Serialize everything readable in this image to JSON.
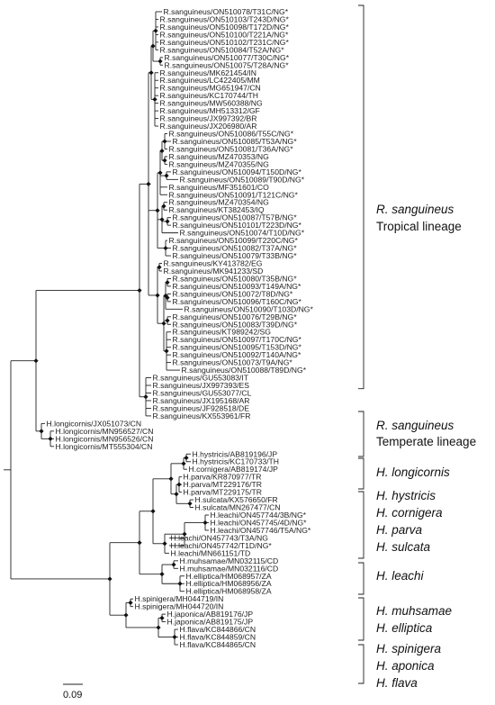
{
  "tree": {
    "tips": [
      "R.sanguineus/ON510078/T31C/NG*",
      "R.sanguineus/ON510103/T243D/NG*",
      "R.sanguineus/ON510098/T172D/NG*",
      "R.sanguineus/ON510100/T221A/NG*",
      "R.sanguineus/ON510102/T231C/NG*",
      "R.sanguineus/ON510084/T52A/NG*",
      "R.sanguineus/ON510077/T30C/NG*",
      "R.sanguineus/ON510075/T28A/NG*",
      "R.sanguineus/MK621454/IN",
      "R.sanguineus/LC422405/MM",
      "R.sanguineus/MG651947/CN",
      "R.sanguineus/KC170744/TH",
      "R.sanguineus/MW560388/NG",
      "R.sanguineus/MH513312/GF",
      "R.sanguineus/JX997392/BR",
      "R.sanguineus/JX206980/AR",
      "R.sanguineus/ON510086/T55C/NG*",
      "R.sanguineus/ON510085/T53A/NG*",
      "R.sanguineus/ON510081/T36A/NG*",
      "R.sanguineus/MZ470353/NG",
      "R.sanguineus/MZ470355/NG",
      "R.sanguineus/ON510094/T150D/NG*",
      "R.sanguineus/ON510089/T90D/NG*",
      "R.sanguineus/MF351601/CO",
      "R.sanguineus/ON510091/T121C/NG*",
      "R.sanguineus/MZ470354/NG",
      "R.sanguineus/KT382453/IQ",
      "R.sanguineus/ON510087/T57B/NG*",
      "R.sanguineus/ON510101/T223D/NG*",
      "R.sanguineus/ON510074/T10D/NG*",
      "R.sanguineus/ON510099/T220C/NG*",
      "R.sanguineus/ON510082/T37A/NG*",
      "R.sanguineus/ON510079/T33B/NG*",
      "R.sanguineus/KY413782/EG",
      "R.sanguineus/MK941233/SD",
      "R.sanguineus/ON510080/T35B/NG*",
      "R.sanguineus/ON510093/T149A/NG*",
      "R.sanguineus/ON510072/T8D/NG*",
      "R.sanguineus/ON510096/T160C/NG*",
      "R.sanguineus/ON510090/T103D/NG*",
      "R.sanguineus/ON510076/T29B/NG*",
      "R.sanguineus/ON510083/T39D/NG*",
      "R.sanguineus/KT989242/SG",
      "R.sanguineus/ON510097/T170C/NG*",
      "R.sanguineus/ON510095/T153D/NG*",
      "R.sanguineus/ON510092/T140A/NG*",
      "R.sanguineus/ON510073/T9A/NG*",
      "R.sanguineus/ON510088/T89D/NG*",
      "R.sanguineus/GU553083/IT",
      "R.sanguineus/JX997393/ES",
      "R.sanguineus/GU553077/CL",
      "R.sanguineus/JX195168/AR",
      "R.sanguineus/JF928518/DE",
      "R.sanguineus/KX553961/FR",
      "H.longicornis/JX051073/CN",
      "H.longicornis/MN956527/CN",
      "H.longicornis/MN956526/CN",
      "H.longicornis/MT555304/CN",
      "H.hystricis/AB819196/JP",
      "H.hystricis/KC170733/TH",
      "H.cornigera/AB819174/JP",
      "H.parva/KR870977/TR",
      "H.parva/MT229176/TR",
      "H.parva/MT229175/TR",
      "H.sulcata/KX576650/FR",
      "H.sulcata/MN267477/CN",
      "H.leachi/ON457744/3B/NG*",
      "H.leachi/ON457745/4D/NG*",
      "H.leachi/ON457746/T5A/NG*",
      "H.leachi/ON457743/T3A/NG",
      "H.leachi/ON457742/T1D/NG*",
      "H.leachi/MN661151/TD",
      "H.muhsamae/MN032115/CD",
      "H.muhsamae/MN032116/CD",
      "H.elliptica/HM068957/ZA",
      "H.elliptica/HM068956/ZA",
      "H.elliptica/HM068958/ZA",
      "H.spinigera/MH044719/IN",
      "H.spinigera/MH044720/IN",
      "H.japonica/AB819176/JP",
      "H.japonica/AB819175/JP",
      "H.flava/KC844866/CN",
      "H.flava/KC844859/CN",
      "H.flava/KC844865/CN"
    ],
    "groups": [
      {
        "lines": [
          {
            "text": "R. sanguineus",
            "italic": true
          },
          {
            "text": "Tropical lineage",
            "italic": false
          }
        ]
      },
      {
        "lines": [
          {
            "text": "R. sanguineus",
            "italic": true
          },
          {
            "text": "Temperate lineage",
            "italic": false
          }
        ]
      },
      {
        "lines": [
          {
            "text": "H. longicornis",
            "italic": true
          }
        ]
      },
      {
        "lines": [
          {
            "text": "H. hystricis",
            "italic": true
          },
          {
            "text": "H. cornigera",
            "italic": true
          },
          {
            "text": "H. parva",
            "italic": true
          },
          {
            "text": "H. sulcata",
            "italic": true
          }
        ]
      },
      {
        "lines": [
          {
            "text": "H. leachi",
            "italic": true
          }
        ]
      },
      {
        "lines": [
          {
            "text": "H. muhsamae",
            "italic": true
          },
          {
            "text": "H. elliptica",
            "italic": true
          }
        ]
      },
      {
        "lines": [
          {
            "text": "H. spinigera",
            "italic": true
          },
          {
            "text": "H. aponica",
            "italic": true
          },
          {
            "text": "H. flava",
            "italic": true
          }
        ]
      }
    ],
    "scale_bar": {
      "label": "0.09"
    }
  }
}
